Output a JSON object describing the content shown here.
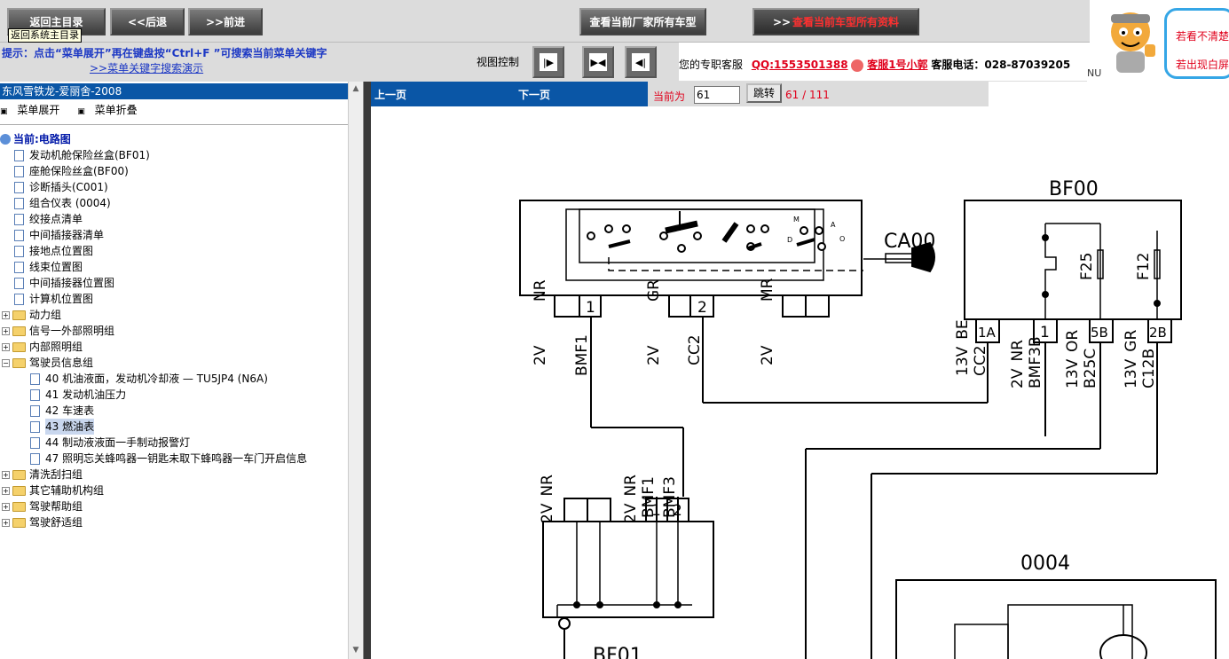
{
  "nav": {
    "home": "返回主目录",
    "back": "<<后退",
    "forward": ">>前进",
    "tooltip": "返回系统主目录",
    "all_models": "查看当前厂家所有车型",
    "all_data": "查看当前车型所有资料"
  },
  "hint": {
    "text": "提示：点击“菜单展开”再在键盘按“Ctrl+F ”可搜索当前菜单关键字",
    "demo_link": ">>菜单关键字搜索演示"
  },
  "view": {
    "label": "视图控制"
  },
  "service": {
    "label": "您的专职客服",
    "qq": "QQ:1553501388",
    "agent": "客服1号小郭",
    "phone": "客服电话：028-87039205",
    "nu": "NU"
  },
  "ad": {
    "line1": "若看不清楚",
    "line2": "若出现白屏"
  },
  "sidebar": {
    "title": "东风雪铁龙-爱丽舍-2008",
    "expand": "菜单展开",
    "collapse": "菜单折叠",
    "root": "当前:电路图",
    "docs": [
      "发动机舱保险丝盒(BF01)",
      "座舱保险丝盒(BF00)",
      "诊断插头(C001)",
      "组合仪表 (0004)",
      "绞接点清单",
      "中间插接器清单",
      "接地点位置图",
      "线束位置图",
      "中间插接器位置图",
      "计算机位置图"
    ],
    "groups_a": [
      "动力组",
      "信号一外部照明组",
      "内部照明组"
    ],
    "open_group": "驾驶员信息组",
    "children": [
      "40 机油液面，发动机冷却液 — TU5JP4 (N6A)",
      "41 发动机油压力",
      "42 车速表",
      "43 燃油表",
      "44 制动液液面一手制动报警灯",
      "47 照明忘关蜂鸣器一钥匙未取下蜂鸣器一车门开启信息"
    ],
    "groups_b": [
      "清洗刮扫组",
      "其它辅助机构组",
      "驾驶帮助组",
      "驾驶舒适组"
    ]
  },
  "pager": {
    "prev": "上一页",
    "next": "下一页",
    "current_label": "当前为",
    "current_value": "61",
    "jump": "跳转",
    "info": "61 / 111"
  },
  "diagram": {
    "ca00": "CA00",
    "bf00": "BF00",
    "bf01": "BF01",
    "c0004": "0004",
    "f25": "F25",
    "f12": "F12",
    "pin1": "1",
    "pin2": "2",
    "pin1a": "1A",
    "pin5b": "5B",
    "pin2b": "2B",
    "nr": "NR",
    "gr": "GR",
    "mr": "MR",
    "v2": "2V",
    "bmf1": "BMF1",
    "cc2": "CC2",
    "be": "BE",
    "or": "OR",
    "v13": "13V",
    "bmf3b": "BMF3B",
    "b25c": "B25C",
    "c12b": "C12B",
    "bmf3": "BMF3",
    "lm": "M",
    "la": "A",
    "ld": "D",
    "lo": "O"
  }
}
